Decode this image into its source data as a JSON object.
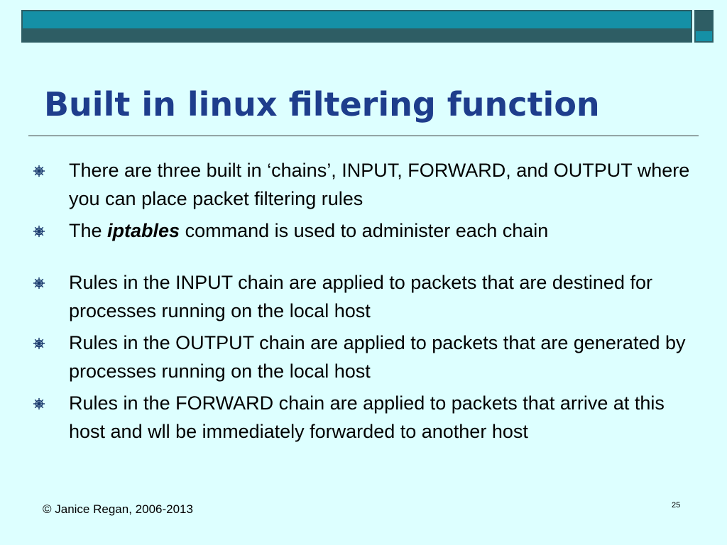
{
  "slide": {
    "title": "Built in linux filtering function",
    "bullet_icon": "ship-wheel-icon",
    "bullets": [
      {
        "text": "There are three built in ‘chains’, INPUT, FORWARD, and OUTPUT where you can place packet filtering rules"
      },
      {
        "before": "The ",
        "emphasis": "iptables",
        "after": " command is used to administer each chain"
      },
      {
        "text": "Rules in the INPUT chain are applied to packets that are destined for processes running on the local host"
      },
      {
        "text": "Rules in the OUTPUT chain are applied to packets that are generated by processes running on the local host"
      },
      {
        "text": "Rules in the FORWARD chain are applied to packets that arrive at this host and wll be immediately forwarded to another host"
      }
    ]
  },
  "footer": {
    "copyright": "© Janice Regan, 2006-2013",
    "page_number": "25"
  },
  "colors": {
    "background": "#ddffff",
    "title": "#1e3d8c",
    "bar_teal": "#1590a6",
    "bar_dark": "#2e5d64"
  }
}
